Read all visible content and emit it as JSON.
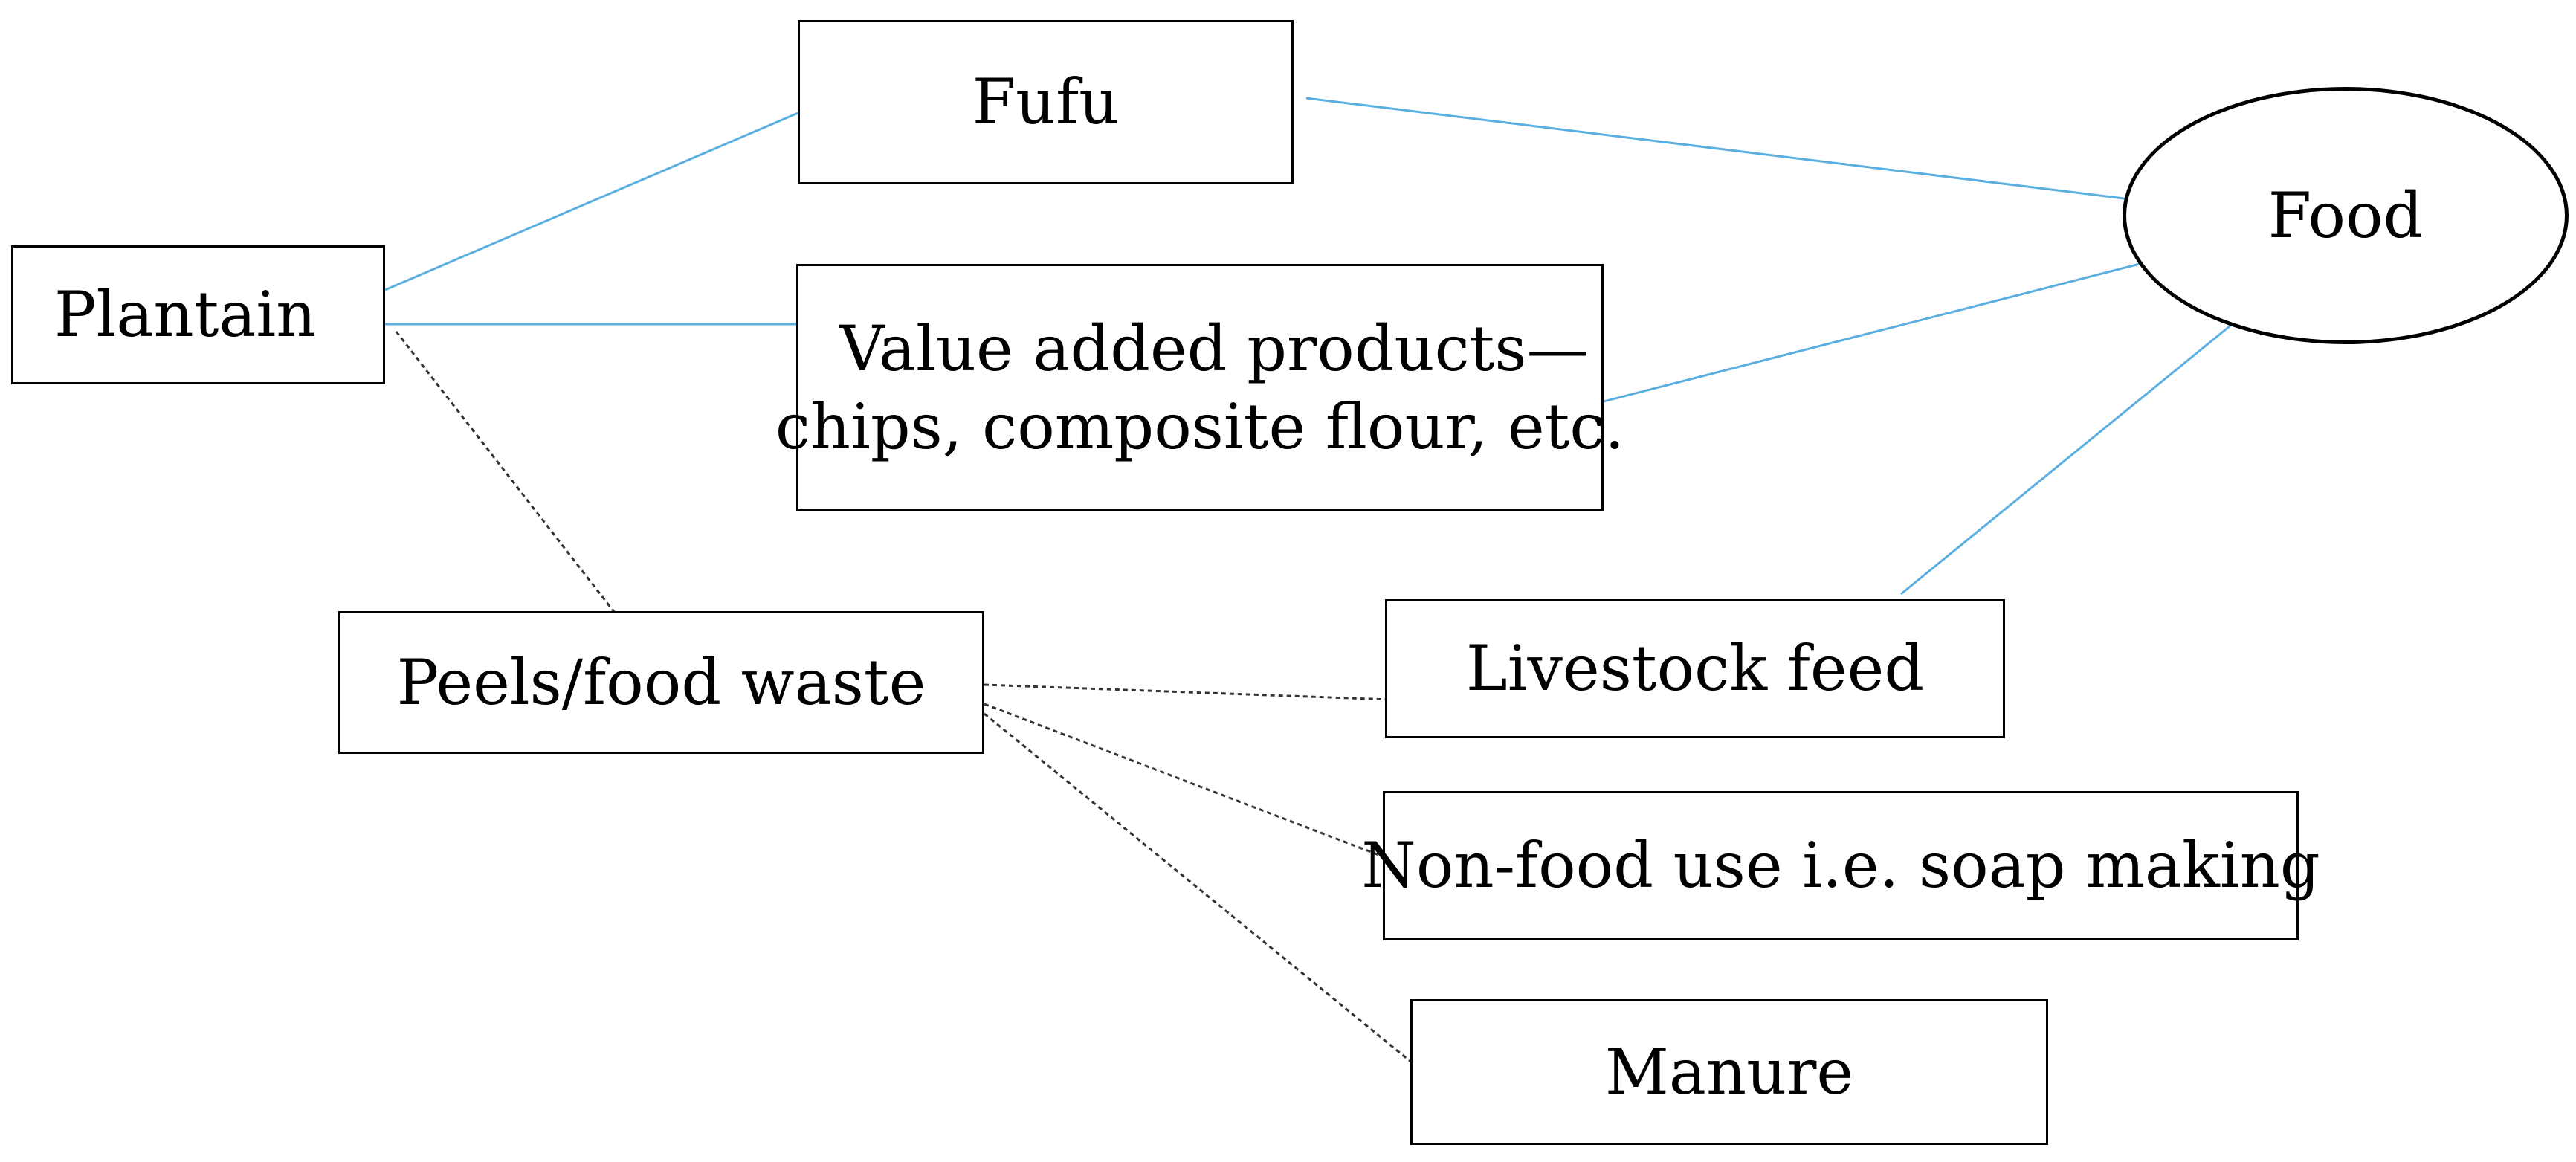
{
  "diagram": {
    "nodes": {
      "plantain": "Plantain",
      "fufu": "Fufu",
      "value_added_line1": "Value added products—",
      "value_added_line2": "chips, composite flour, etc.",
      "peels": "Peels/food waste",
      "livestock": "Livestock feed",
      "nonfood": "Non-food use i.e. soap making",
      "manure": "Manure",
      "food": "Food"
    },
    "edges": [
      {
        "from": "plantain",
        "to": "fufu",
        "style": "solid"
      },
      {
        "from": "plantain",
        "to": "value_added",
        "style": "solid"
      },
      {
        "from": "plantain",
        "to": "peels",
        "style": "dashed"
      },
      {
        "from": "fufu",
        "to": "food",
        "style": "solid"
      },
      {
        "from": "value_added",
        "to": "food",
        "style": "solid"
      },
      {
        "from": "livestock",
        "to": "food",
        "style": "solid"
      },
      {
        "from": "peels",
        "to": "livestock",
        "style": "dashed"
      },
      {
        "from": "peels",
        "to": "nonfood",
        "style": "dashed"
      },
      {
        "from": "peels",
        "to": "manure",
        "style": "dashed"
      }
    ],
    "colors": {
      "solid_edge": "#5aaee0",
      "dashed_edge": "#333333",
      "border": "#000000",
      "background": "#ffffff"
    }
  }
}
